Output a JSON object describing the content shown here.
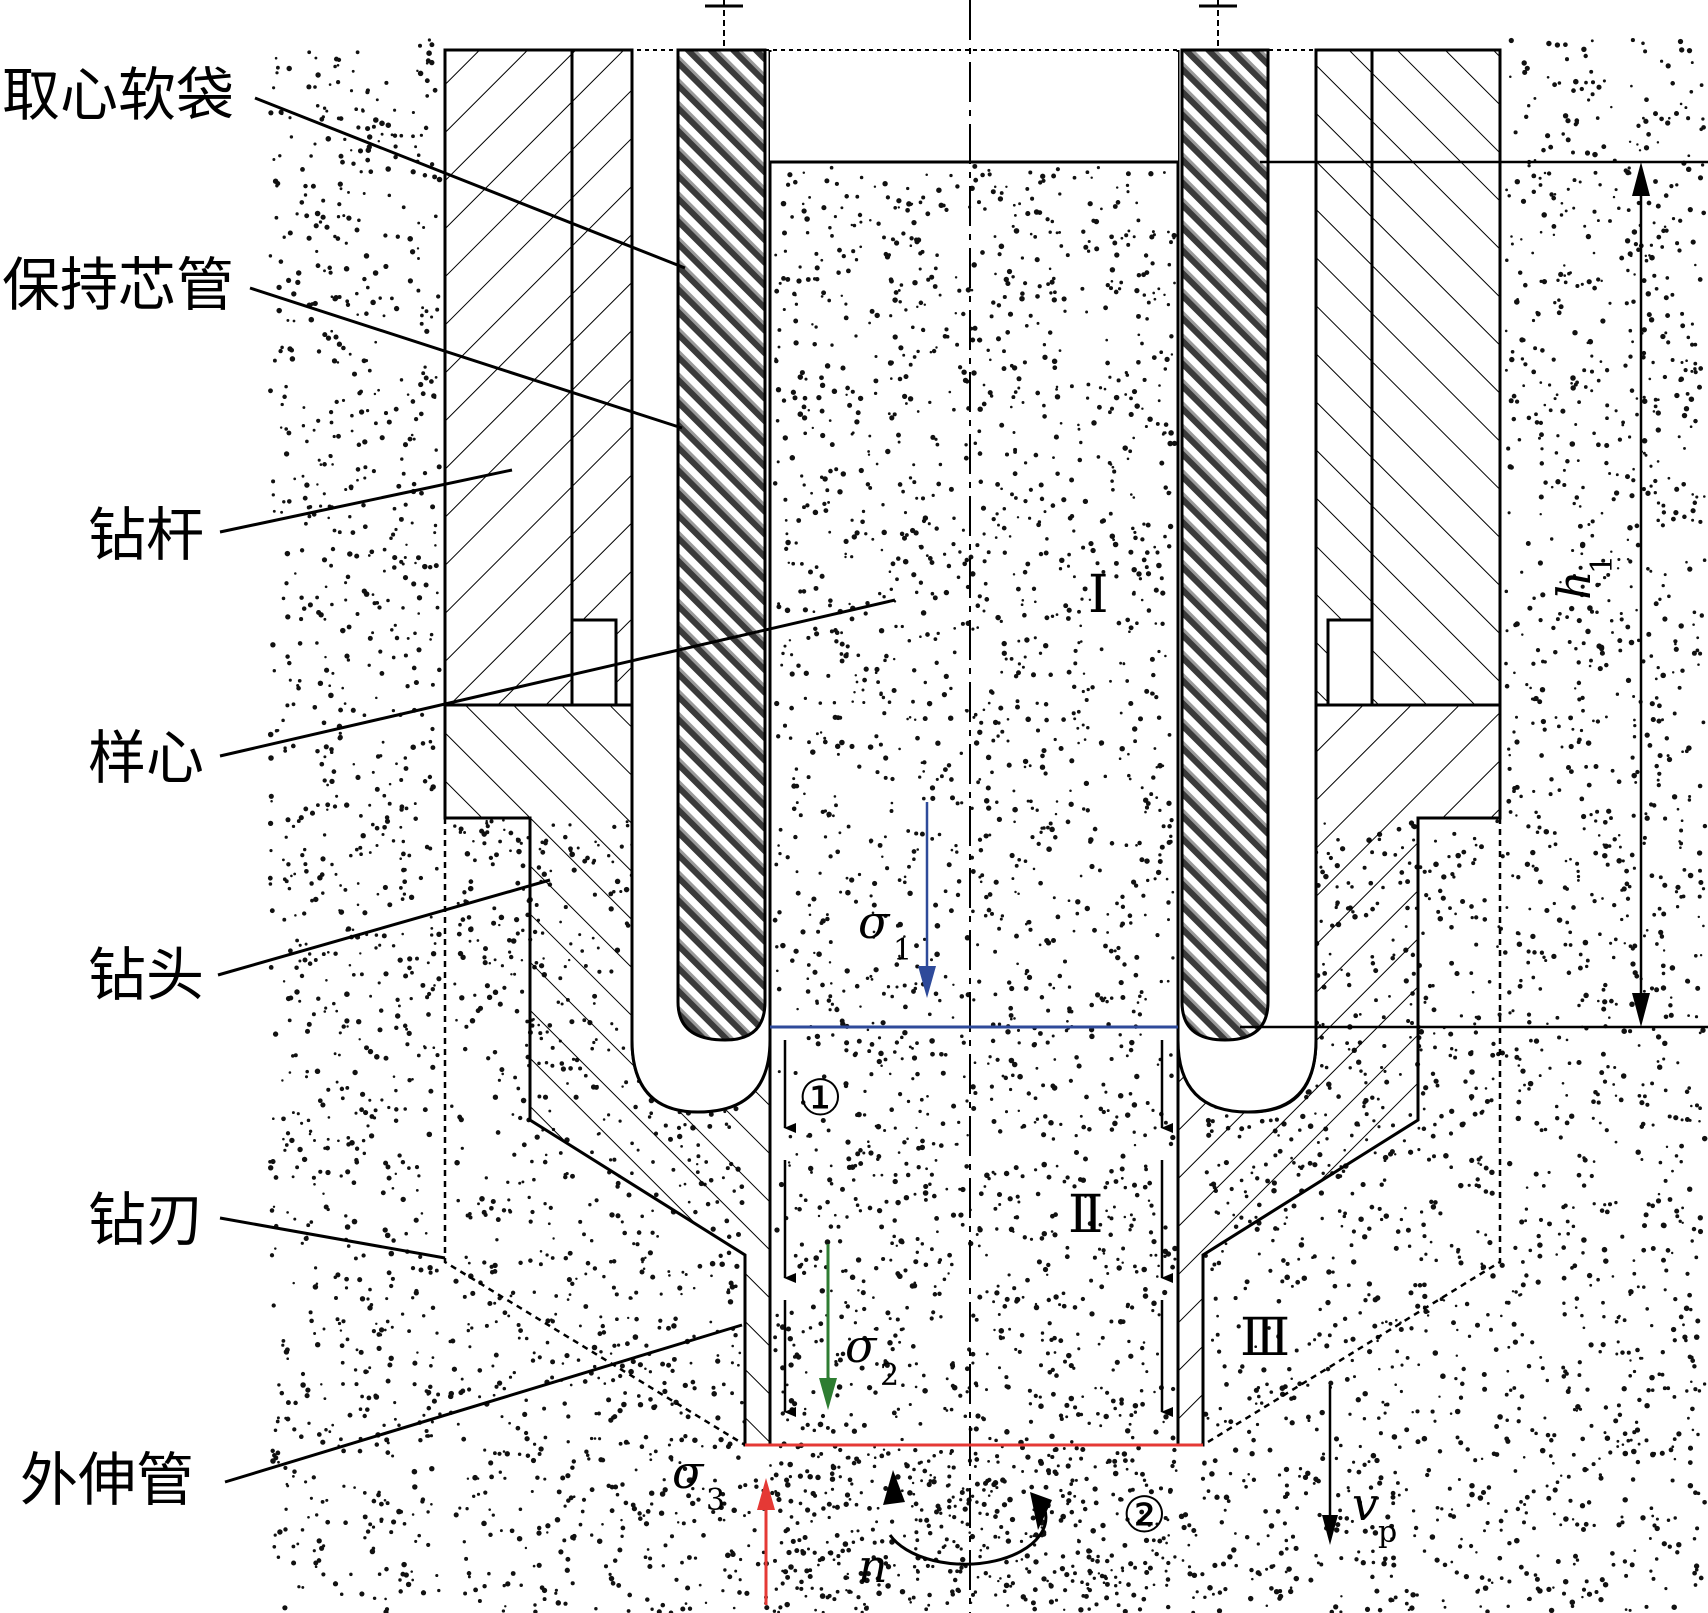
{
  "labels": {
    "core_bag": "取心软袋",
    "core_tube": "保持芯管",
    "drill_rod": "钻杆",
    "sample_core": "样心",
    "drill_bit": "钻头",
    "cutter": "钻刃",
    "extension_tube": "外伸管"
  },
  "zones": {
    "zone1": "Ⅰ",
    "zone2": "Ⅱ",
    "zone3": "Ⅲ"
  },
  "markers": {
    "m1": "①",
    "m2": "②"
  },
  "symbols": {
    "sigma": "σ",
    "sigma1_sub": "1",
    "sigma2_sub": "2",
    "sigma3_sub": "3",
    "h": "h",
    "h1_sub": "1",
    "n": "n",
    "v": "v",
    "vp_sub": "p"
  },
  "colors": {
    "sigma1_arrow": "#2e4a9a",
    "sigma2_arrow": "#2e7d32",
    "sigma3_arrow": "#e53935",
    "sample_top_line": "#2e4a9a",
    "sample_bottom_line": "#e53935"
  }
}
